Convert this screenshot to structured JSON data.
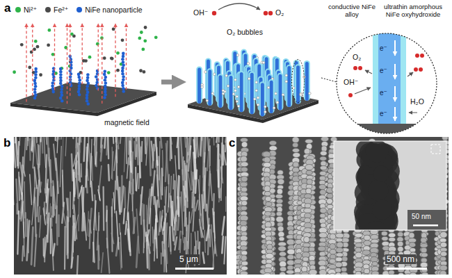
{
  "diagram": {
    "nodes": [
      {
        "text": [
          "magnetic field"
        ]
      },
      {
        "text": [
          "O₂ bubbles"
        ]
      },
      {
        "text": [
          "conductive NiFe alloy",
          "ultrathin amorphous NiFe oxyhydroxide"
        ]
      },
      {
        "text": [
          "5 μm"
        ]
      },
      {
        "text": [
          "500 nm"
        ]
      },
      {
        "text": [
          "50 nm"
        ],
        "in": 4
      }
    ],
    "edges": [
      {
        "from": 0,
        "to": 1,
        "arrow": "to"
      },
      {
        "from": 1,
        "to": 2,
        "arrow": "none"
      }
    ],
    "labels": [
      "a",
      "b",
      "c",
      "OH⁻",
      "O₂",
      "O₂",
      "OH⁻",
      "H₂O",
      "e⁻",
      "e⁻",
      "e⁻",
      "e⁻"
    ],
    "legend": [
      {
        "text": "Ni²⁺",
        "color": "#2fb34a"
      },
      {
        "text": "Fe²⁺",
        "color": "#4a4a4a"
      },
      {
        "text": "NiFe nanoparticle",
        "color": "#1f5fd0"
      }
    ]
  }
}
